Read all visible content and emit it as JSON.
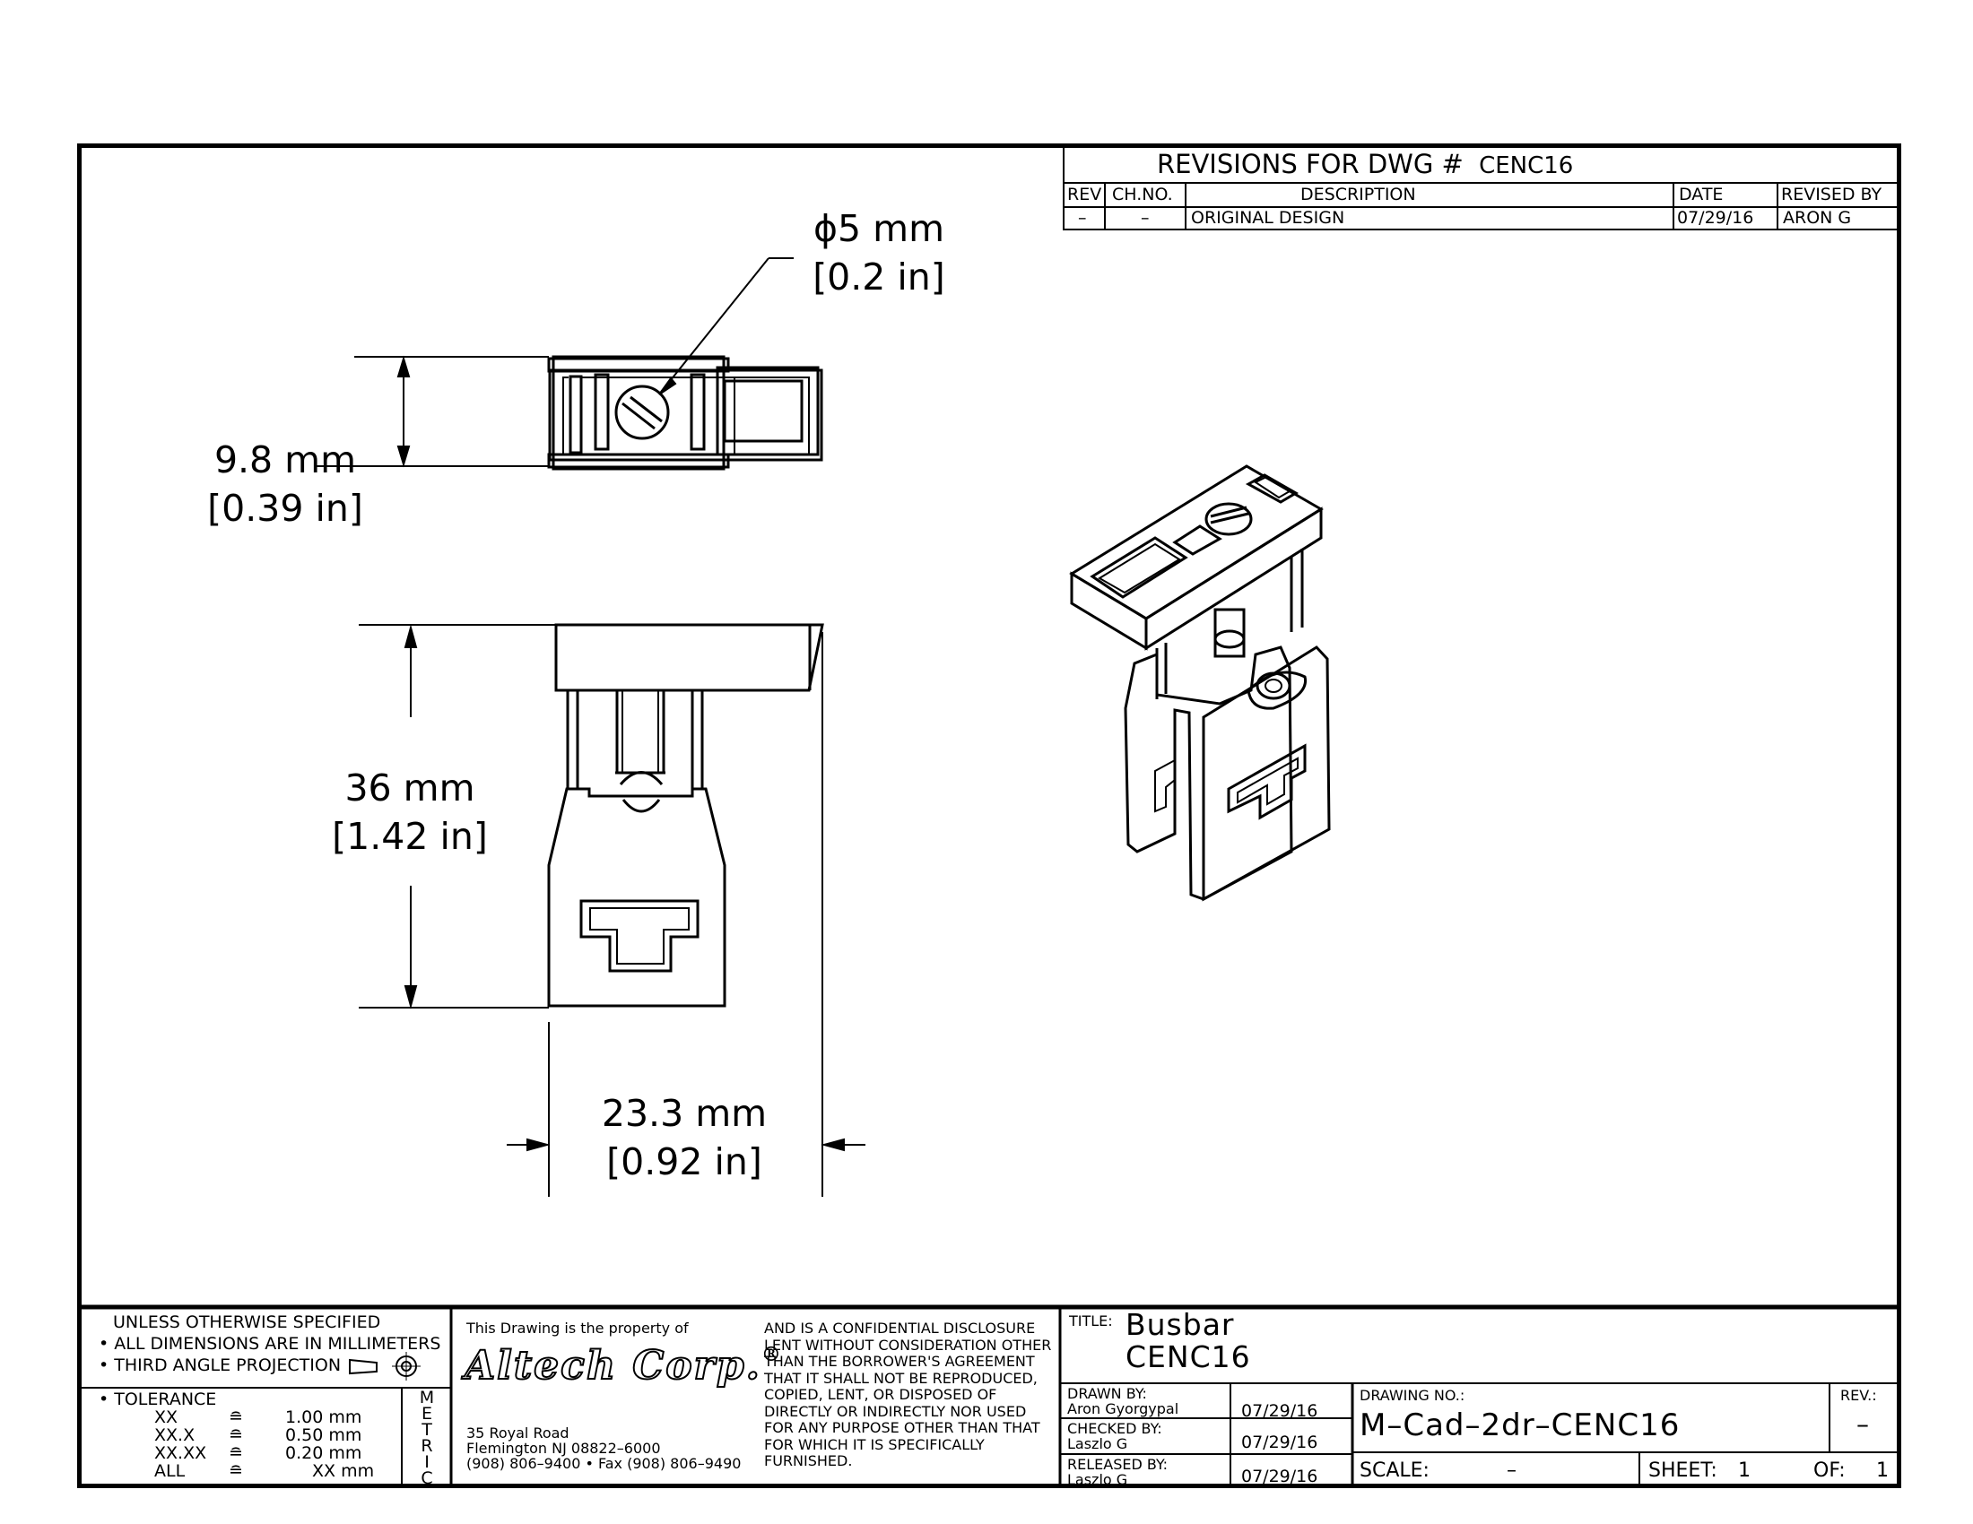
{
  "revisions": {
    "title": "REVISIONS FOR DWG #",
    "dwg": "CENC16",
    "headers": [
      "REV",
      "CH.NO.",
      "DESCRIPTION",
      "DATE",
      "REVISED BY"
    ],
    "rows": [
      [
        "–",
        "–",
        "ORIGINAL DESIGN",
        "07/29/16",
        "ARON G"
      ]
    ]
  },
  "dimensions": {
    "diameter": {
      "mm": "ϕ5 mm",
      "in": "[0.2 in]"
    },
    "height": {
      "mm": "9.8 mm",
      "in": "[0.39 in]"
    },
    "length": {
      "mm": "36 mm",
      "in": "[1.42 in]"
    },
    "width": {
      "mm": "23.3 mm",
      "in": "[0.92 in]"
    }
  },
  "notes": {
    "unless": "UNLESS OTHERWISE SPECIFIED",
    "dims": "• ALL DIMENSIONS ARE IN MILLIMETERS",
    "projection": "• THIRD ANGLE PROJECTION",
    "tolerance": "• TOLERANCE",
    "tol_rows": [
      [
        "XX",
        "≘",
        "1.00 mm"
      ],
      [
        "XX.X",
        "≘",
        "0.50 mm"
      ],
      [
        "XX.XX",
        "≘",
        "0.20 mm"
      ],
      [
        "ALL",
        "≘",
        "XX mm"
      ]
    ],
    "metric": [
      "M",
      "E",
      "T",
      "R",
      "I",
      "C"
    ]
  },
  "company": {
    "property": "This Drawing is the property of",
    "logo": "Altech Corp.",
    "registered": "®",
    "address1": "35 Royal Road",
    "address2": "Flemington NJ 08822–6000",
    "phone": "(908) 806–9400 • Fax (908) 806–9490",
    "disclosure": [
      "AND IS A CONFIDENTIAL DISCLOSURE",
      "LENT WITHOUT CONSIDERATION OTHER",
      "THAN THE BORROWER'S AGREEMENT",
      "THAT IT SHALL NOT BE REPRODUCED,",
      "COPIED, LENT, OR DISPOSED OF",
      "DIRECTLY OR INDIRECTLY NOR USED",
      "FOR ANY PURPOSE OTHER THAN THAT",
      "FOR WHICH IT IS SPECIFICALLY",
      "FURNISHED."
    ]
  },
  "titleblock": {
    "title_label": "TITLE:",
    "title_line1": "Busbar",
    "title_line2": "CENC16",
    "drawn_label": "DRAWN BY:",
    "drawn_by": "Aron Gyorgypal",
    "drawn_date": "07/29/16",
    "checked_label": "CHECKED BY:",
    "checked_by": "Laszlo G",
    "checked_date": "07/29/16",
    "released_label": "RELEASED BY:",
    "released_by": "Laszlo G",
    "released_date": "07/29/16",
    "drawing_no_label": "DRAWING NO.:",
    "drawing_no": "M–Cad–2dr–CENC16",
    "rev_label": "REV.:",
    "rev": "–",
    "scale_label": "SCALE:",
    "scale": "–",
    "sheet_label": "SHEET:",
    "sheet": "1",
    "of_label": "OF:",
    "of": "1"
  }
}
